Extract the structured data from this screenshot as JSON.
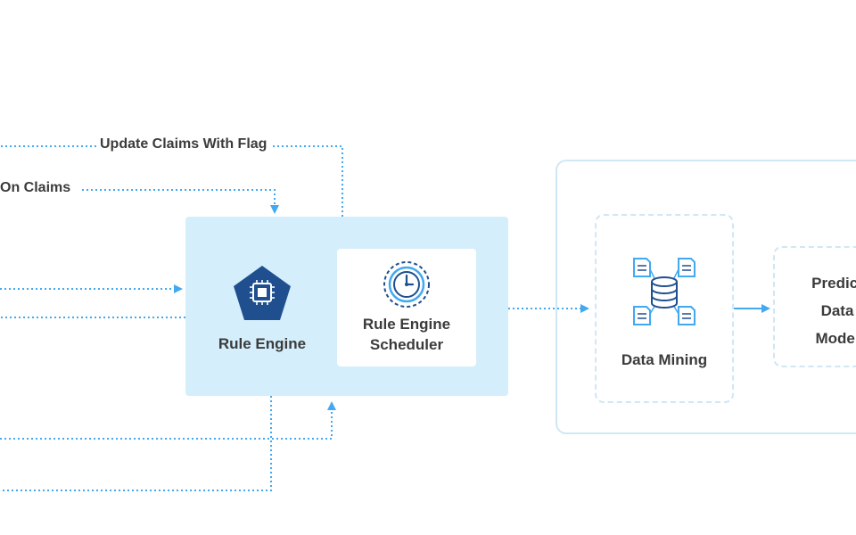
{
  "colors": {
    "connector": "#42a9f0",
    "panel_fill": "#d4eefb",
    "hexagon": "#1f4f8f",
    "container_border": "#cfe7f6"
  },
  "flow_labels": {
    "update_claims": "Update Claims With Flag",
    "on_claims": "On Claims"
  },
  "rule_engine": {
    "label": "Rule Engine",
    "icon": "chip-pentagon-icon"
  },
  "scheduler": {
    "label_line1": "Rule Engine",
    "label_line2": "Scheduler",
    "icon": "clock-icon"
  },
  "data_mining": {
    "label": "Data Mining",
    "icon": "database-documents-icon"
  },
  "predict": {
    "line1": "Predict",
    "line2": "Data",
    "line3": "Model"
  }
}
